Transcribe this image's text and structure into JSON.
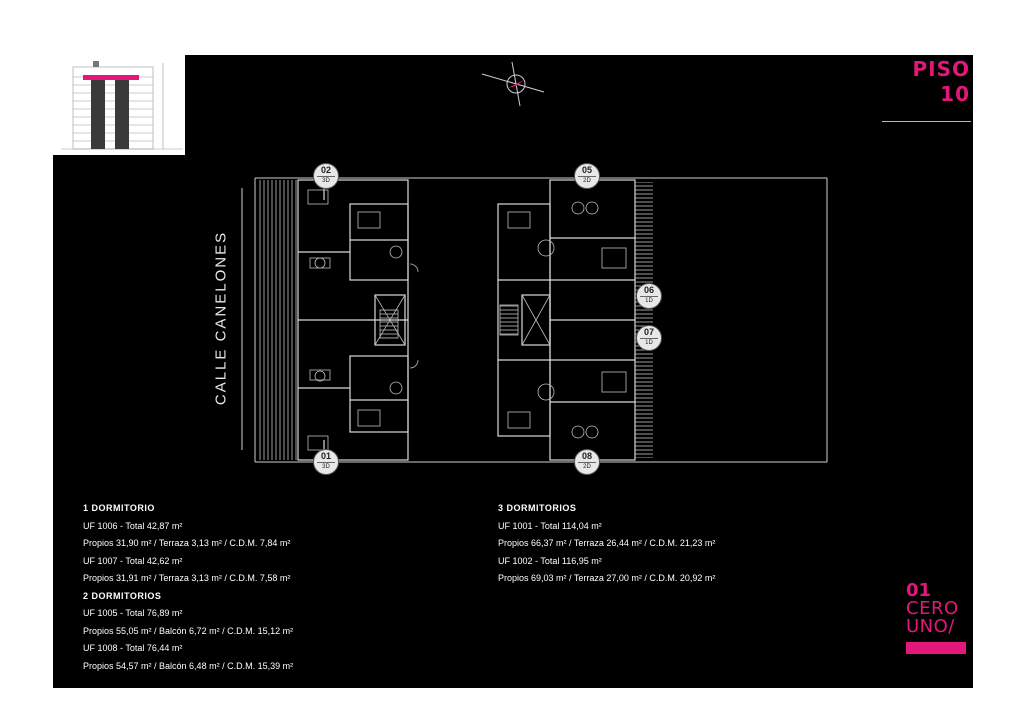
{
  "colors": {
    "accent": "#e3177a",
    "background": "#000000",
    "line": "#cfcfcf"
  },
  "floor": {
    "label": "PISO",
    "number": "10"
  },
  "street": "CALLE CANELONES",
  "units": [
    {
      "id": "01",
      "type": "3D"
    },
    {
      "id": "02",
      "type": "3D"
    },
    {
      "id": "05",
      "type": "2D"
    },
    {
      "id": "06",
      "type": "1D"
    },
    {
      "id": "07",
      "type": "1D"
    },
    {
      "id": "08",
      "type": "2D"
    }
  ],
  "left_column": {
    "heading1": "1 DORMITORIO",
    "group1": [
      "UF 1006 - Total 42,87 m²",
      "Propios 31,90 m² / Terraza 3,13 m² / C.D.M. 7,84 m²",
      "UF 1007 - Total 42,62 m²",
      "Propios 31,91 m² / Terraza 3,13 m² / C.D.M. 7,58 m²"
    ],
    "heading2": "2 DORMITORIOS",
    "group2": [
      "UF 1005 - Total 76,89 m²",
      "Propios 55,05 m² / Balcón 6,72 m² / C.D.M. 15,12 m²",
      "UF 1008 - Total 76,44 m²",
      "Propios 54,57 m² / Balcón 6,48 m² / C.D.M. 15,39 m²"
    ]
  },
  "right_column": {
    "heading1": "3 DORMITORIOS",
    "group1": [
      "UF 1001 - Total 114,04 m²",
      "Propios 66,37 m² / Terraza 26,44 m² / C.D.M. 21,23 m²",
      "UF 1002 - Total 116,95 m²",
      "Propios 69,03 m² / Terraza 27,00 m² / C.D.M. 20,92 m²"
    ]
  },
  "logo": {
    "number": "01",
    "word1": "CERO",
    "word2": "UNO/"
  }
}
